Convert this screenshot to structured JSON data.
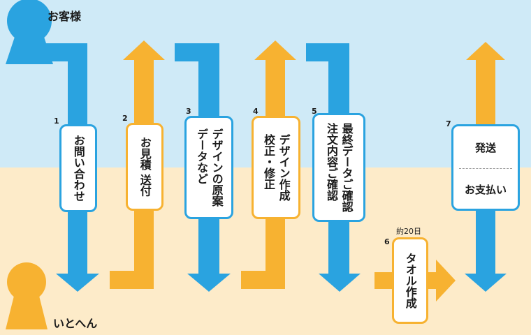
{
  "actors": {
    "customer": "お客様",
    "company": "いとへん"
  },
  "steps": [
    {
      "num": "1",
      "label": "お問い合わせ"
    },
    {
      "num": "2",
      "label": "お見積 送付"
    },
    {
      "num": "3",
      "label": "デザインの原案\nデータなど"
    },
    {
      "num": "4",
      "label": "デザイン作成\n校正・修正"
    },
    {
      "num": "5",
      "label": "最終データご確認\n注文内容ご確認"
    },
    {
      "num": "6",
      "label": "タオル作成",
      "note": "約20日"
    },
    {
      "num": "7",
      "top": "発送",
      "bottom": "お支払い"
    }
  ],
  "colors": {
    "blue": "#2aa3e0",
    "orange": "#f7b231",
    "sky": "#cfeaf7",
    "sand": "#fdebc9"
  }
}
